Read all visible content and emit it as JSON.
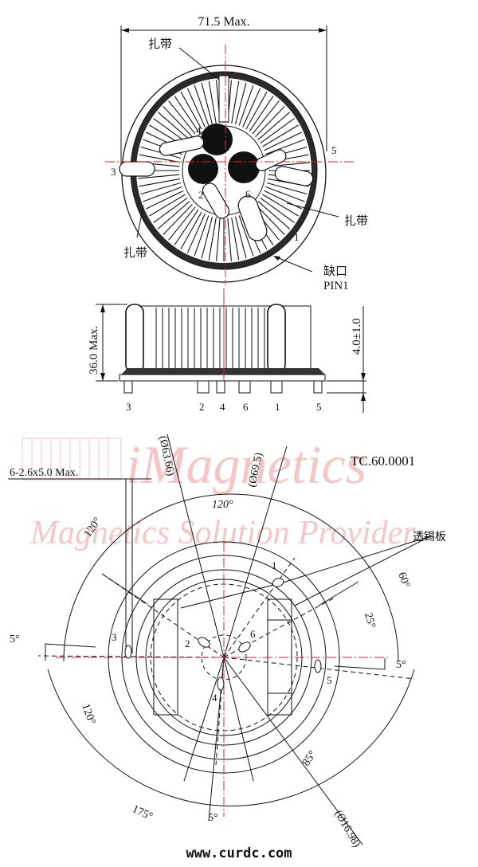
{
  "top_view": {
    "width_dim": "71.5 Max.",
    "labels": {
      "tie_top": "扎带",
      "tie_right": "扎带",
      "tie_left": "扎带",
      "notch": "缺口",
      "pin1": "PIN1"
    },
    "pins": [
      "1",
      "2",
      "3",
      "4",
      "5",
      "6"
    ]
  },
  "side_view": {
    "height_dim": "36.0 Max.",
    "pin_len_dim": "4.0±1.0",
    "pin_order": [
      "3",
      "2",
      "4",
      "6",
      "1",
      "5"
    ]
  },
  "footprint": {
    "part_no": "TC.60.0001",
    "slot_dim": "6-2.6x5.0 Max.",
    "diam_1": "(Ø63.66)",
    "diam_2": "(Ø69.5)",
    "diam_3": "(Ø16.98)",
    "label_board": "透锡板",
    "angles": {
      "top": "120°",
      "upper_left": "120°",
      "lower_left": "120°",
      "right_60": "60°",
      "right_25": "25°",
      "left_5": "5°",
      "right_5": "5°",
      "bottom_5": "5°",
      "a85": "85°",
      "a175": "175°"
    },
    "pins": [
      "1",
      "2",
      "3",
      "4",
      "5",
      "6"
    ]
  },
  "watermark": {
    "brand": "iMagnetics",
    "tagline": "Magnetics Solution Provider"
  },
  "footer": {
    "url": "www.curdc.com"
  },
  "colors": {
    "line": "#111111",
    "centerline": "#d9232d",
    "watermark": "#f4c6c6"
  }
}
